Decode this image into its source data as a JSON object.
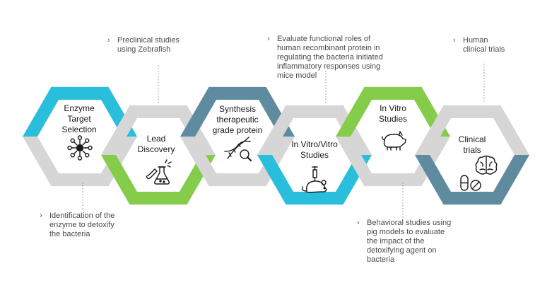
{
  "colors": {
    "cyan": "#29bfdc",
    "green": "#84cc4a",
    "steel": "#5f8ba0",
    "gray": "#d6d6d6",
    "text": "#1a1a1a",
    "note": "#4a4a4a",
    "leader": "#8c8c8c"
  },
  "steps": [
    {
      "label": "Enzyme\nTarget\nSelection",
      "icon": "molecule-network-icon",
      "accent": "cyan"
    },
    {
      "label": "Lead\nDiscovery",
      "icon": "lab-flask-icon",
      "accent": "green"
    },
    {
      "label": "Synthesis\ntherapeutic\ngrade protein",
      "icon": "dna-magnifier-icon",
      "accent": "steel"
    },
    {
      "label": "In Vitro/Vitro\nStudies",
      "icon": "mouse-syringe-icon",
      "accent": "cyan"
    },
    {
      "label": "In Vitro\nStudies",
      "icon": "pig-icon",
      "accent": "green"
    },
    {
      "label": "Clinical\ntrials",
      "icon": "brain-pills-icon",
      "accent": "steel"
    }
  ],
  "notes": {
    "top": [
      {
        "text": "Preclinical studies\nusing Zebrafish"
      },
      {
        "text": "Evaluate functional roles of\nhuman recombinant protein in\nregulating the bacteria initiated\ninflammatory responses using\nmice model"
      },
      {
        "text": "Human\nclinical trials"
      }
    ],
    "bottom": [
      {
        "text": "Identification of the\nenzyme to detoxify\nthe bacteria"
      },
      {
        "text": "Behavioral studies using\npig models to evaluate\nthe impact of the\ndetoxifying agent on\nbacteria"
      }
    ],
    "bullet": "›"
  }
}
